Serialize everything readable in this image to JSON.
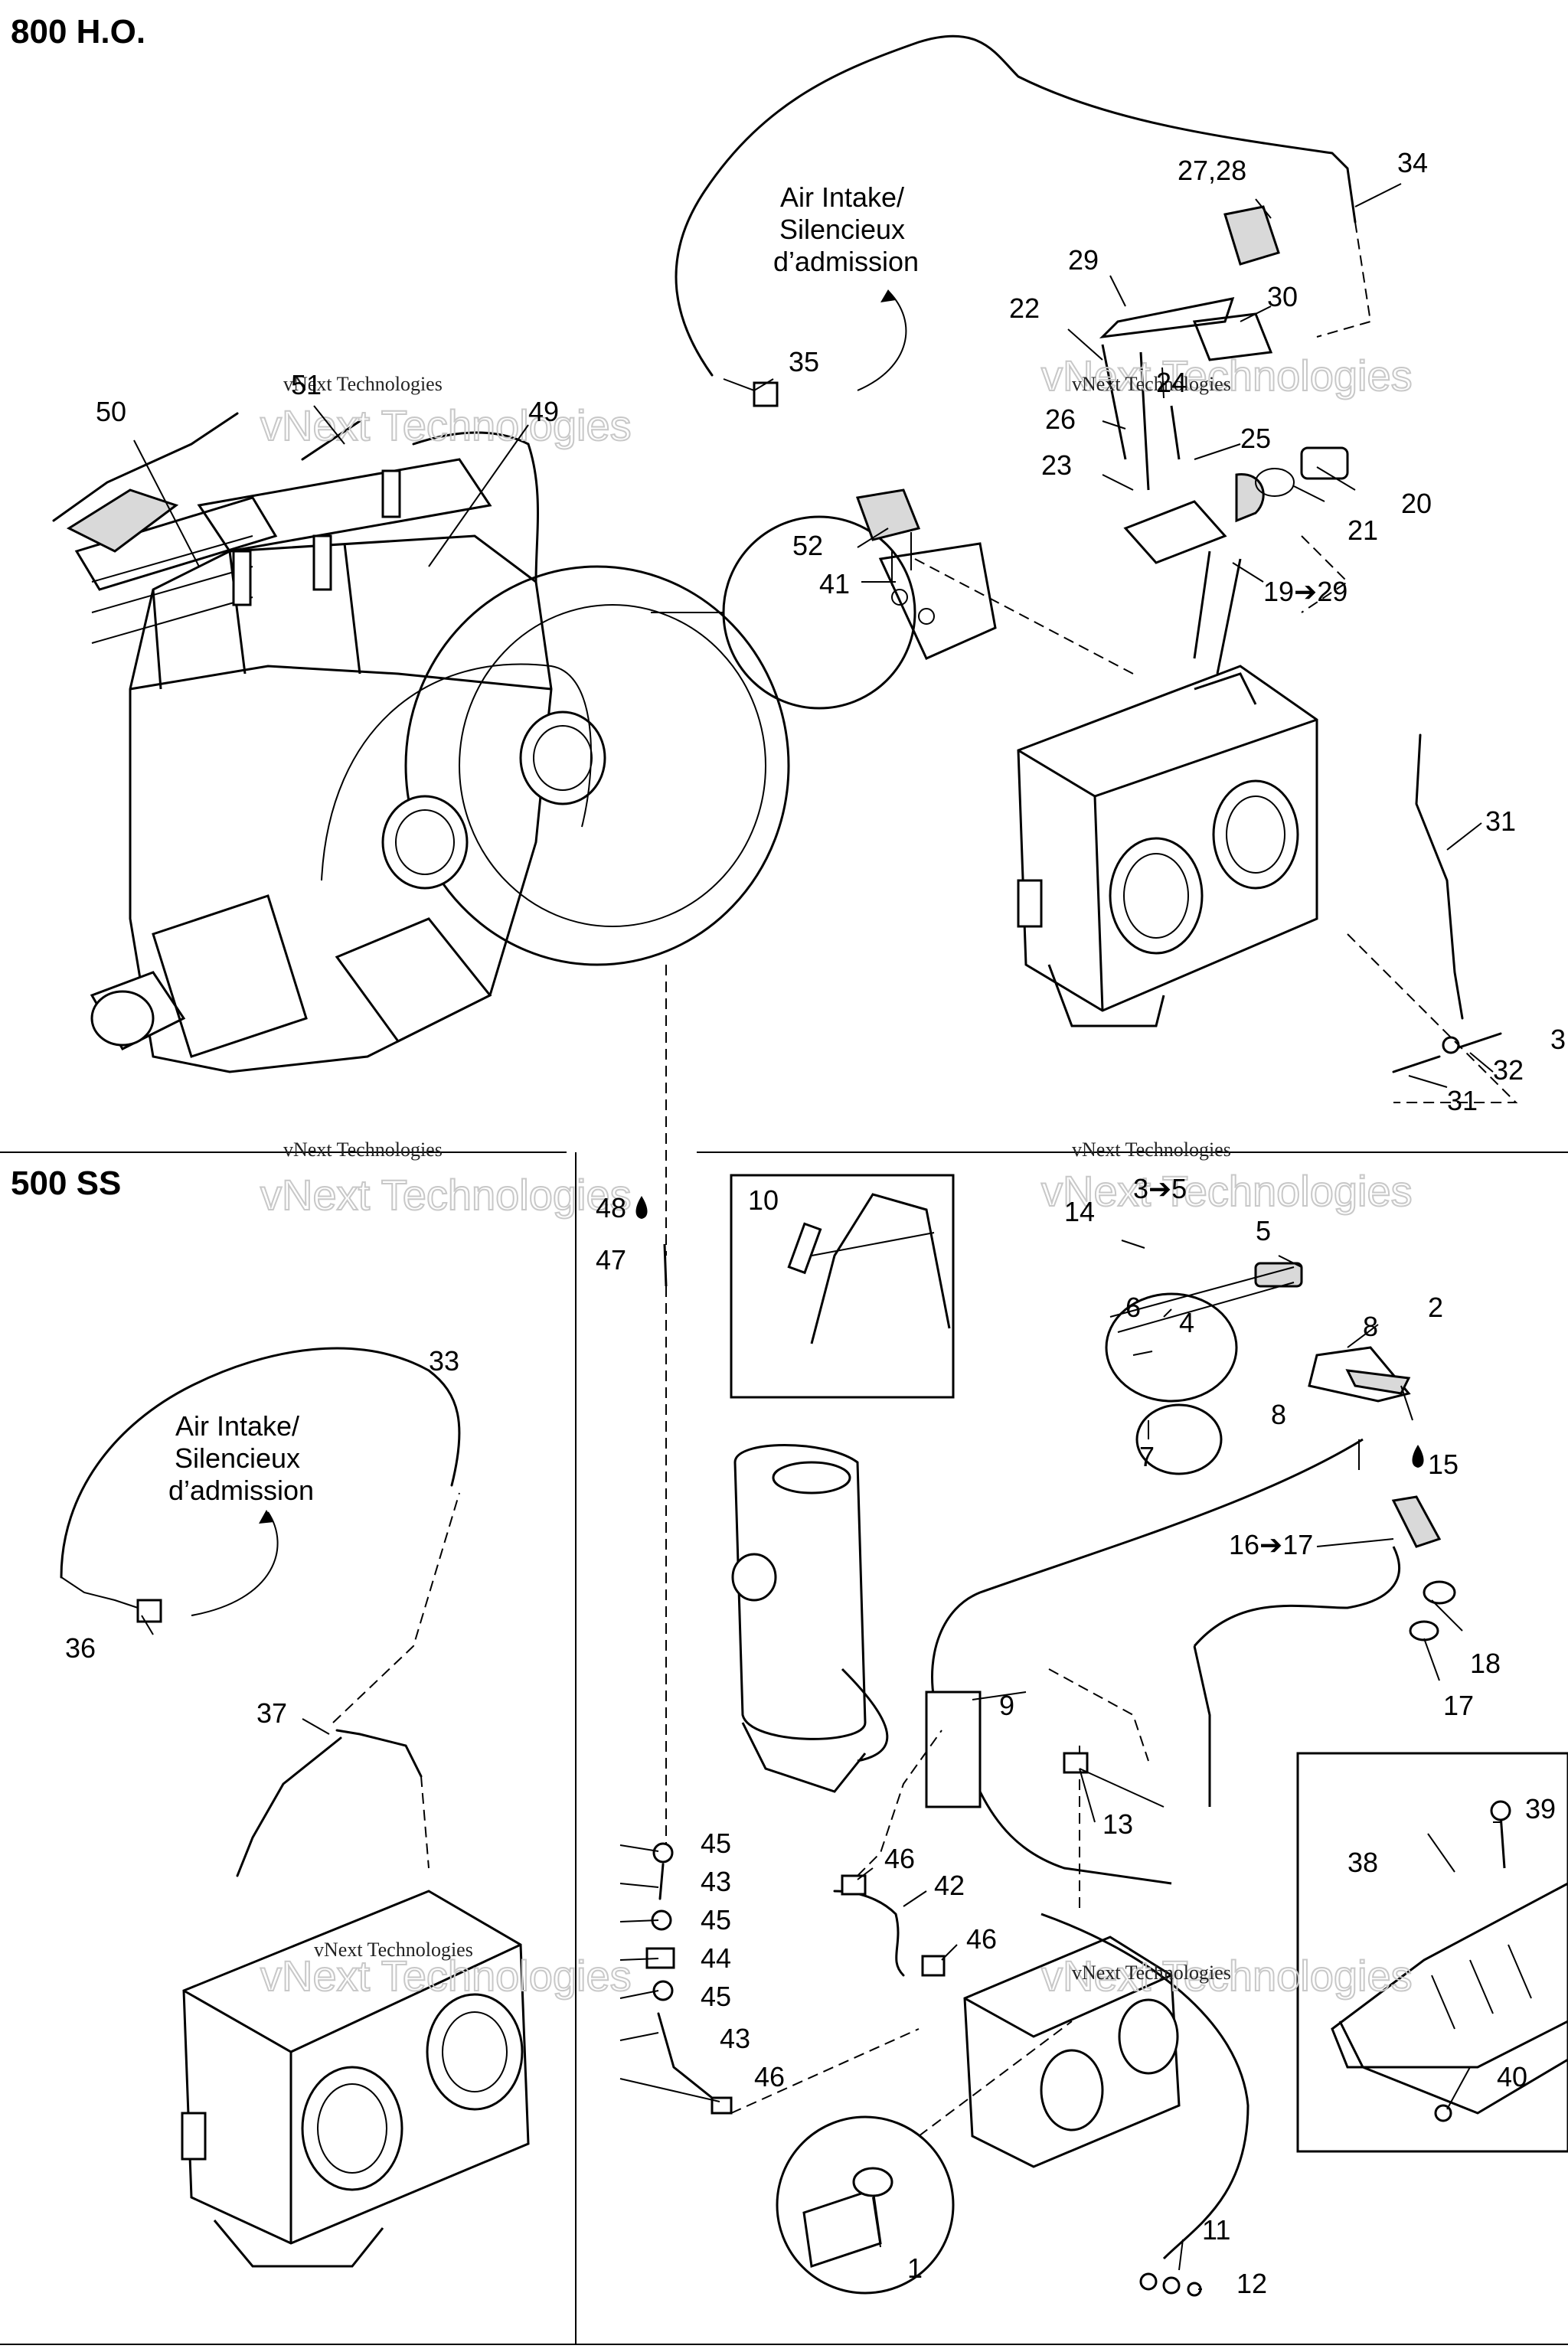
{
  "sections": {
    "top": "800 H.O.",
    "bottom": "500 SS"
  },
  "callouts": {
    "top": "Air Intake/\nSilencieux\nd’admission",
    "bottom": "Air Intake/\nSilencieux\nd’admission"
  },
  "watermark": {
    "line1": "vNext Technologies",
    "line2": "vNext Technologies"
  },
  "labels": {
    "l1": "1",
    "l2": "2",
    "l3_5": "3➔5",
    "l4": "4",
    "l5": "5",
    "l6": "6",
    "l7": "7",
    "l8a": "8",
    "l8b": "8",
    "l9": "9",
    "l10": "10",
    "l11": "11",
    "l12": "12",
    "l13": "13",
    "l14": "14",
    "l15": "15",
    "l16_17": "16➔17",
    "l17": "17",
    "l18": "18",
    "l19_29": "19➔29",
    "l20": "20",
    "l21": "21",
    "l22": "22",
    "l23": "23",
    "l24": "24",
    "l25": "25",
    "l26": "26",
    "l27_28": "27,28",
    "l29": "29",
    "l30": "30",
    "l31a": "31",
    "l31b": "31",
    "l32": "32",
    "l33": "33",
    "l3x": "3",
    "l34": "34",
    "l35": "35",
    "l36": "36",
    "l37": "37",
    "l38": "38",
    "l39": "39",
    "l40": "40",
    "l41": "41",
    "l42": "42",
    "l43a": "43",
    "l43b": "43",
    "l44": "44",
    "l45a": "45",
    "l45b": "45",
    "l45c": "45",
    "l46a": "46",
    "l46b": "46",
    "l46c": "46",
    "l47": "47",
    "l48": "48",
    "l49": "49",
    "l50": "50",
    "l51": "51",
    "l52": "52"
  },
  "icons": {
    "drop": "oil-drop-icon"
  }
}
